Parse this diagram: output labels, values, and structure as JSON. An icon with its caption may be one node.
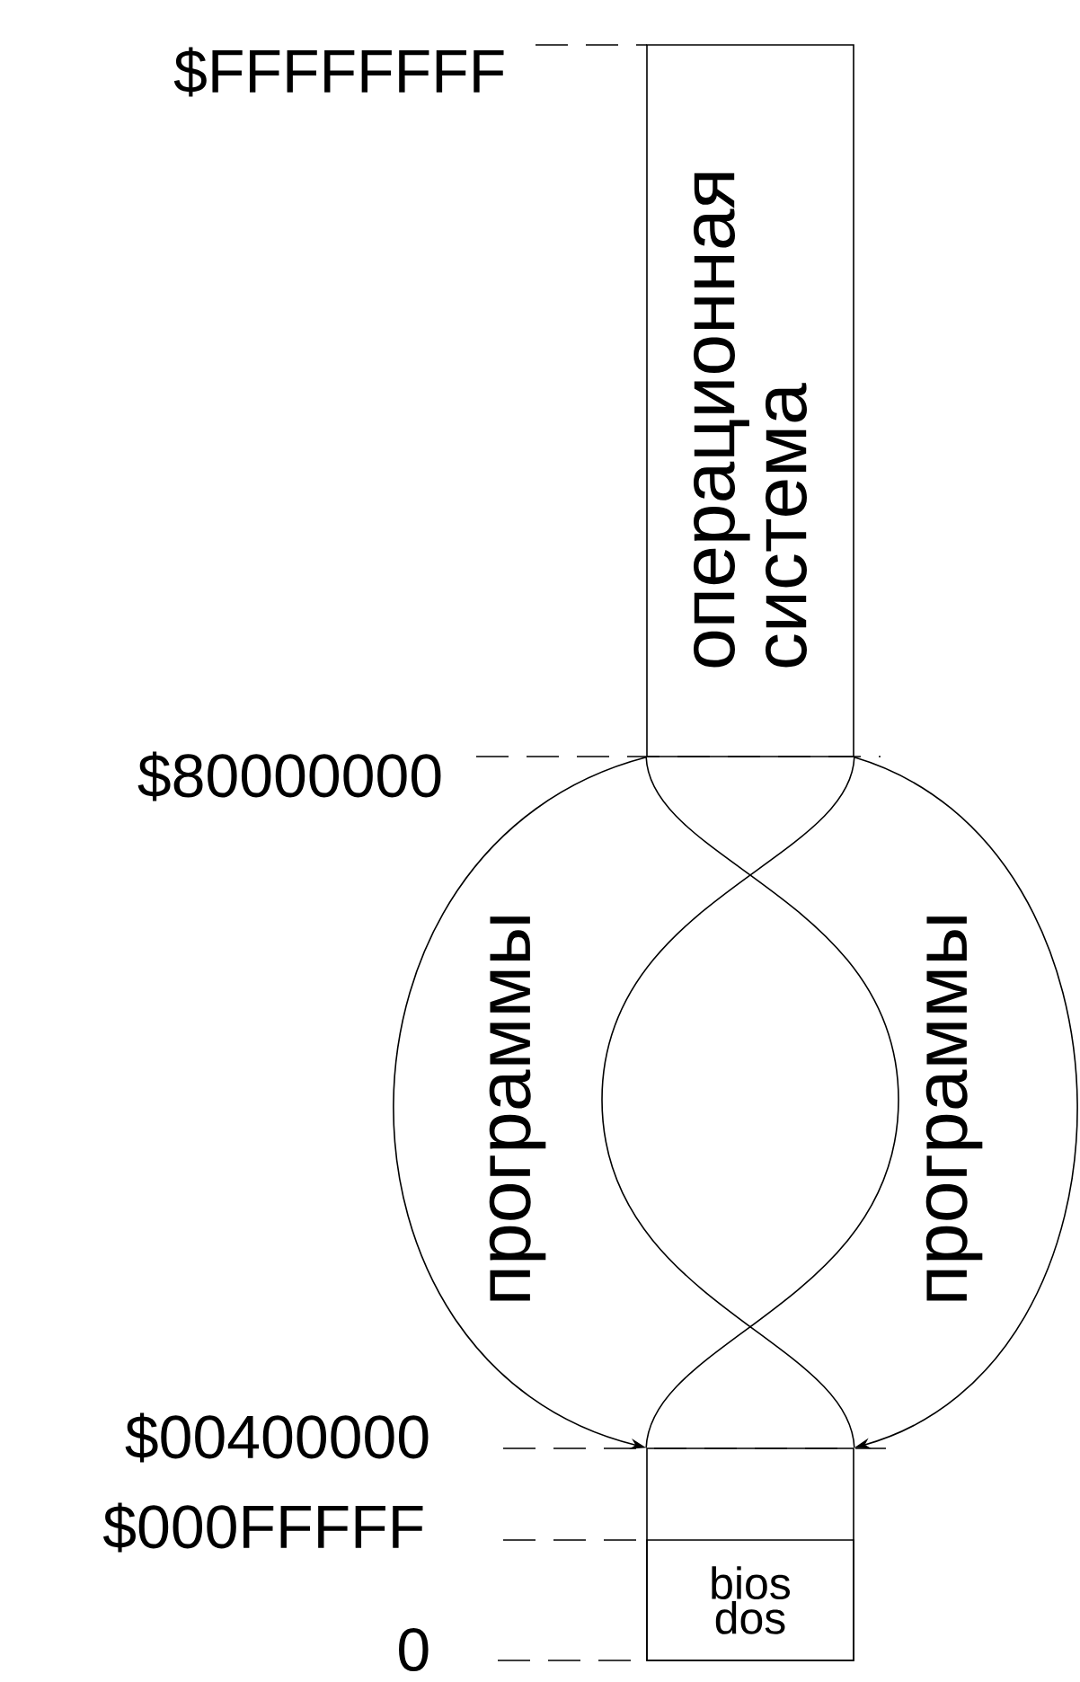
{
  "diagram": {
    "nodes": [
      {
        "text": [
          "операционная система"
        ]
      },
      {
        "text": [],
        "shape": "box"
      },
      {
        "text": [
          "bios dos"
        ],
        "in": 1
      }
    ],
    "edges": [
      {
        "from": 0,
        "to": 1,
        "arrow": "to"
      },
      {
        "from": 0,
        "to": 1,
        "arrow": "none"
      },
      {
        "from": 0,
        "to": 1,
        "arrow": "none"
      },
      {
        "from": 0,
        "to": 1,
        "arrow": "to"
      }
    ],
    "labels": [
      "$FFFFFFFF",
      "$80000000",
      "программы",
      "программы",
      "$00400000",
      "$000FFFFF",
      "0"
    ]
  }
}
